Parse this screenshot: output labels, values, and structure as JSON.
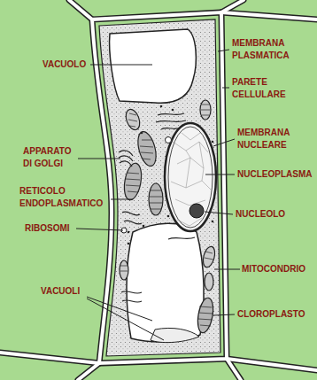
{
  "diagram": {
    "labels": [
      "VACUOLO",
      "MEMBRANA PLASMATICA",
      "PARETE CELLULARE",
      "MEMBRANA NUCLEARE",
      "NUCLEOPLASMA",
      "APPARATO DI GOLGI",
      "RETICOLO ENDOPLASMATICO",
      "RIBOSOMI",
      "NUCLEOLO",
      "MITOCONDRIO",
      "VACUOLI",
      "CLOROPLASTO"
    ]
  }
}
